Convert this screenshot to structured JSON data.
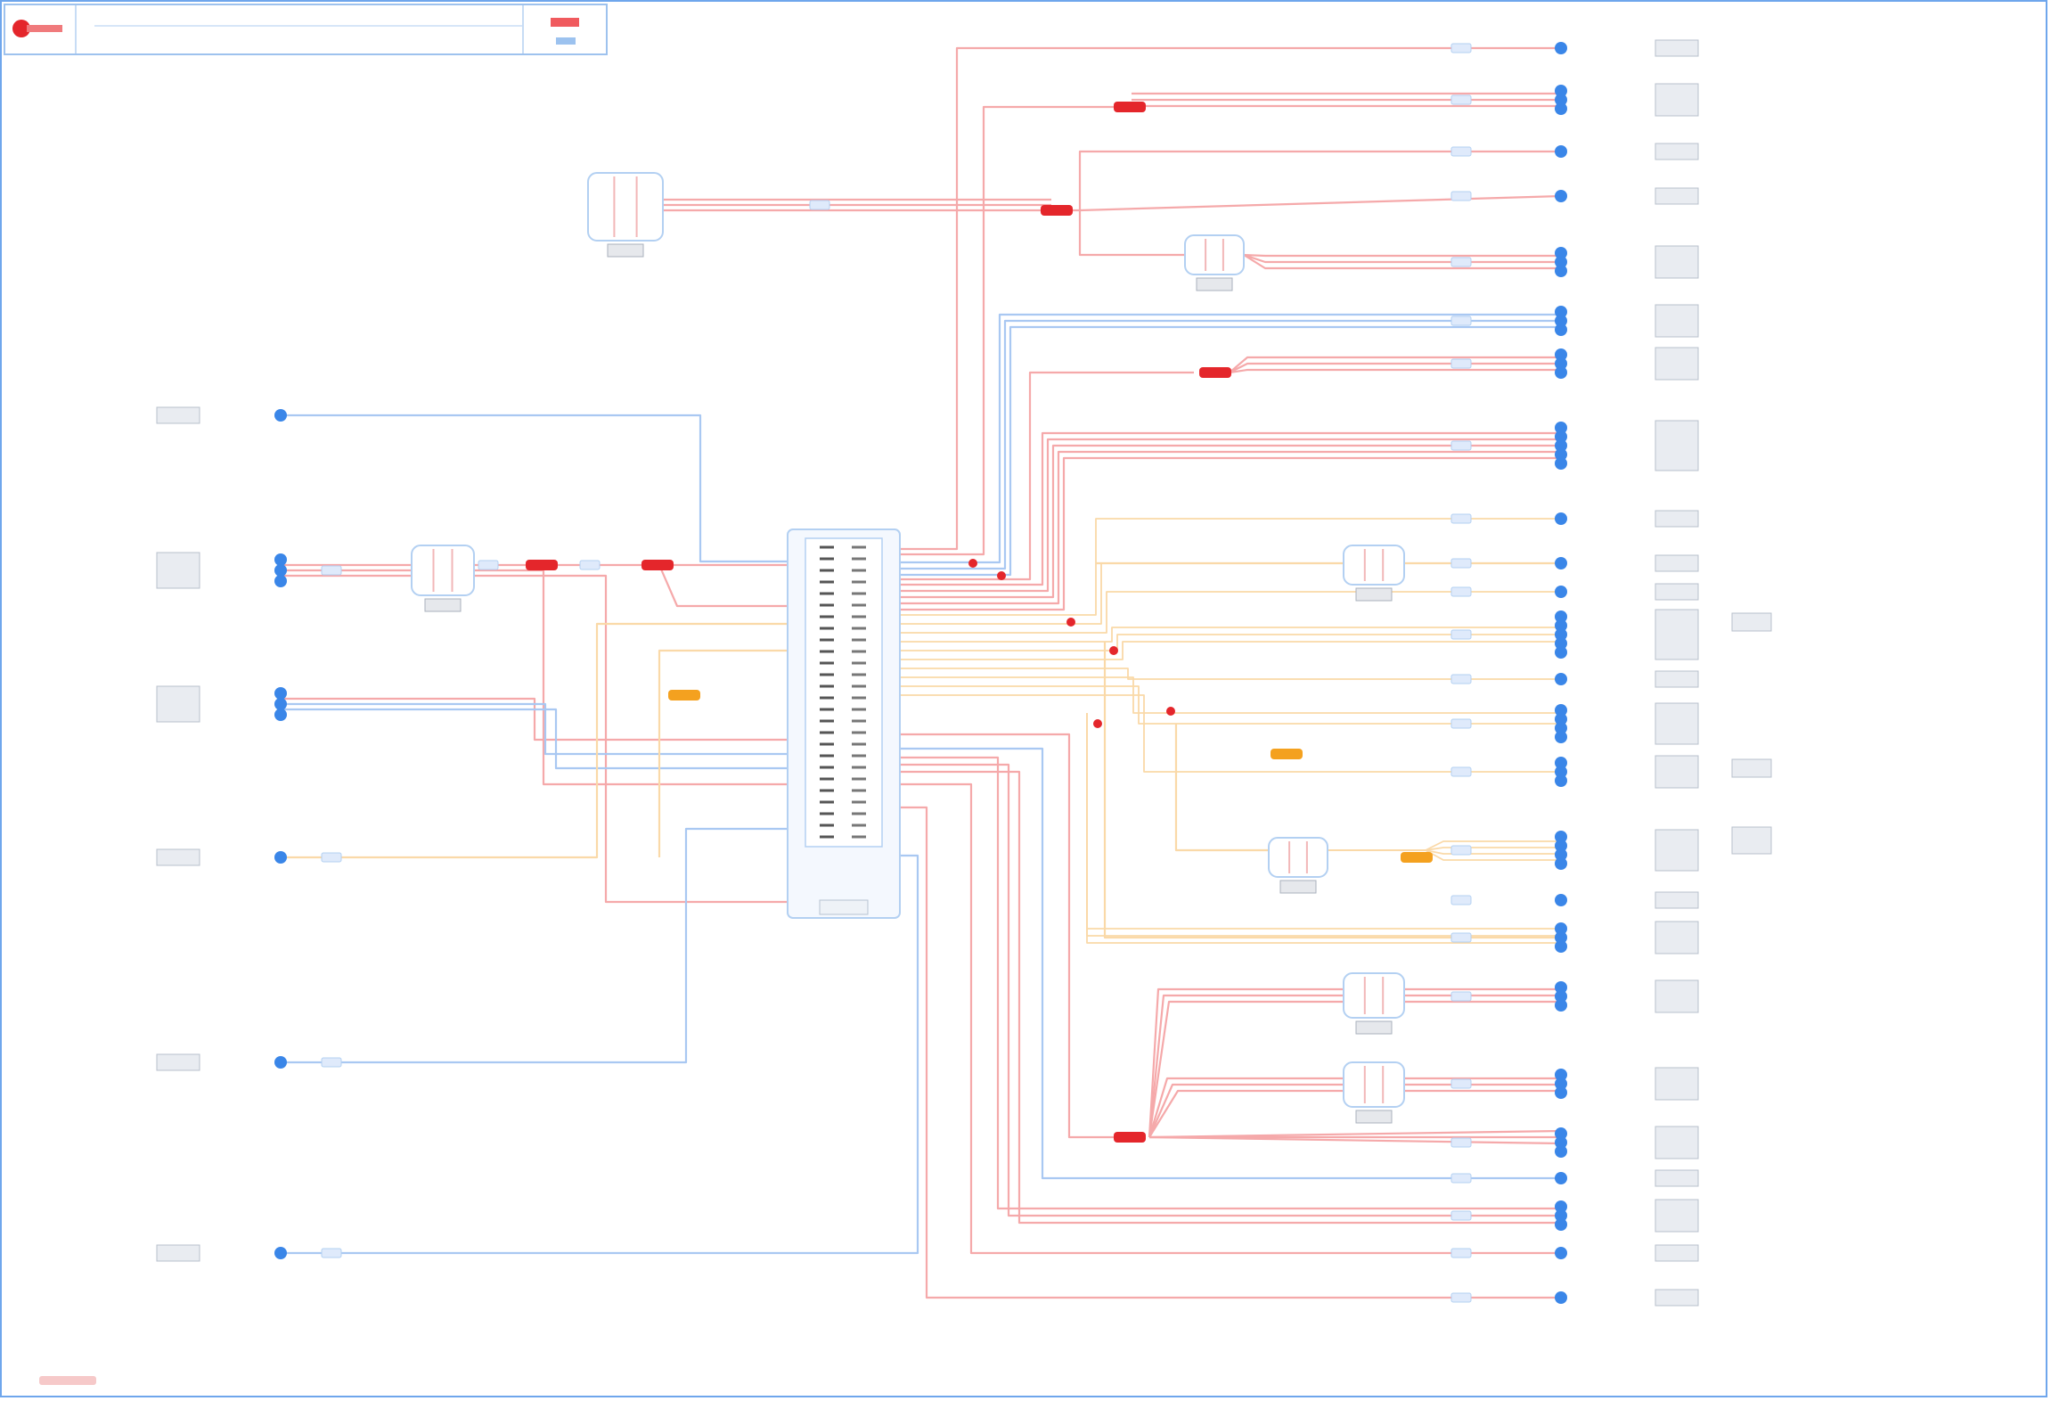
{
  "diagram": {
    "title": "",
    "reference": "",
    "sheet": "",
    "colors": {
      "frame": "#6fa6ec",
      "wire_power": "#f5a9aa",
      "wire_power_dark": "#e4262b",
      "wire_ground": "#a9c8f2",
      "wire_signal": "#fad9a8",
      "splice_red": "#e4262b",
      "splice_orange": "#f4a11f",
      "terminal": "#3a86e8",
      "component_box": "#b3d0f2",
      "label_box": "#d9dee6"
    },
    "left_connectors": [
      {
        "label": "",
        "pins": 1
      },
      {
        "label": "",
        "pins": 3
      },
      {
        "label": "",
        "pins": 3
      },
      {
        "label": "",
        "pins": 1
      },
      {
        "label": "",
        "pins": 1
      },
      {
        "label": "",
        "pins": 1
      }
    ],
    "right_connectors": [
      {
        "label": "",
        "pins": 1
      },
      {
        "label": "",
        "pins": 3
      },
      {
        "label": "",
        "pins": 1
      },
      {
        "label": "",
        "pins": 1
      },
      {
        "label": "",
        "pins": 3
      },
      {
        "label": "",
        "pins": 3
      },
      {
        "label": "",
        "pins": 3
      },
      {
        "label": "",
        "pins": 5
      },
      {
        "label": "",
        "pins": 1
      },
      {
        "label": "",
        "pins": 1
      },
      {
        "label": "",
        "pins": 1
      },
      {
        "label": "",
        "pins": 5
      },
      {
        "label": "",
        "pins": 1
      },
      {
        "label": "",
        "pins": 4
      },
      {
        "label": "",
        "pins": 3
      },
      {
        "label": "",
        "pins": 4
      },
      {
        "label": "",
        "pins": 1
      },
      {
        "label": "",
        "pins": 3
      },
      {
        "label": "",
        "pins": 3
      },
      {
        "label": "",
        "pins": 3
      },
      {
        "label": "",
        "pins": 3
      },
      {
        "label": "",
        "pins": 1
      },
      {
        "label": "",
        "pins": 3
      },
      {
        "label": "",
        "pins": 1
      },
      {
        "label": "",
        "pins": 1
      }
    ],
    "components": [
      {
        "name": "main-control-unit",
        "label": ""
      },
      {
        "name": "relay-top",
        "label": ""
      },
      {
        "name": "relay-left",
        "label": ""
      },
      {
        "name": "relay-upper-right",
        "label": ""
      },
      {
        "name": "relay-mid-right",
        "label": ""
      },
      {
        "name": "relay-lower-mid",
        "label": ""
      },
      {
        "name": "relay-bottom-1",
        "label": ""
      },
      {
        "name": "relay-bottom-2",
        "label": ""
      }
    ],
    "splices": [
      {
        "color": "red"
      },
      {
        "color": "red"
      },
      {
        "color": "red"
      },
      {
        "color": "red"
      },
      {
        "color": "red"
      },
      {
        "color": "red"
      },
      {
        "color": "orange"
      },
      {
        "color": "orange"
      },
      {
        "color": "orange"
      }
    ]
  }
}
